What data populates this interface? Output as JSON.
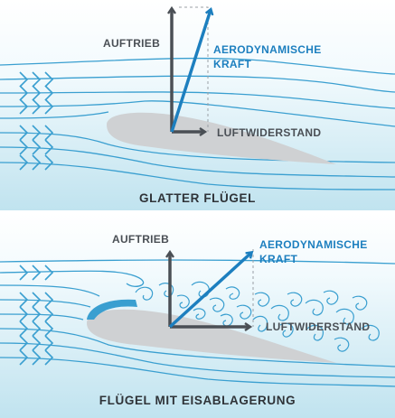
{
  "top_panel": {
    "lift_label": "AUFTRIEB",
    "aero_force_label_line1": "AERODYNAMISCHE",
    "aero_force_label_line2": "KRAFT",
    "drag_label": "LUFTWIDERSTAND",
    "caption": "GLATTER FLÜGEL"
  },
  "bottom_panel": {
    "lift_label": "AUFTRIEB",
    "aero_force_label_line1": "AERODYNAMISCHE",
    "aero_force_label_line2": "KRAFT",
    "drag_label": "LUFTWIDERSTAND",
    "caption": "FLÜGEL MIT EISABLAGERUNG"
  },
  "colors": {
    "background_gradient_top": "#ffffff",
    "background_gradient_bottom": "#bfe3ef",
    "streamline": "#3a9fd0",
    "wing": "#cfd1d3",
    "ice": "#3a9fd0",
    "force_vector": "#4a4f55",
    "resultant_vector": "#1d7fbf"
  }
}
